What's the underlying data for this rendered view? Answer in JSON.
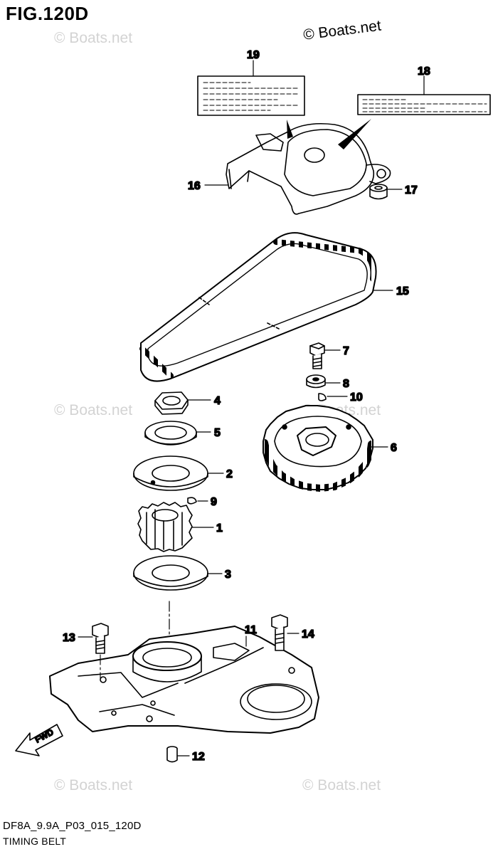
{
  "figure": {
    "title": "FIG.120D",
    "code": "DF8A_9.9A_P03_015_120D",
    "subtitle": "TIMING BELT"
  },
  "watermark": {
    "text": "© Boats.net",
    "copyright": "© Boats.net"
  },
  "direction_arrow": {
    "label": "FWD"
  },
  "parts": [
    {
      "number": "19"
    },
    {
      "number": "18"
    },
    {
      "number": "16"
    },
    {
      "number": "17"
    },
    {
      "number": "15"
    },
    {
      "number": "7"
    },
    {
      "number": "8"
    },
    {
      "number": "10"
    },
    {
      "number": "4"
    },
    {
      "number": "6"
    },
    {
      "number": "5"
    },
    {
      "number": "2"
    },
    {
      "number": "9"
    },
    {
      "number": "1"
    },
    {
      "number": "3"
    },
    {
      "number": "11"
    },
    {
      "number": "13"
    },
    {
      "number": "14"
    },
    {
      "number": "12"
    }
  ]
}
